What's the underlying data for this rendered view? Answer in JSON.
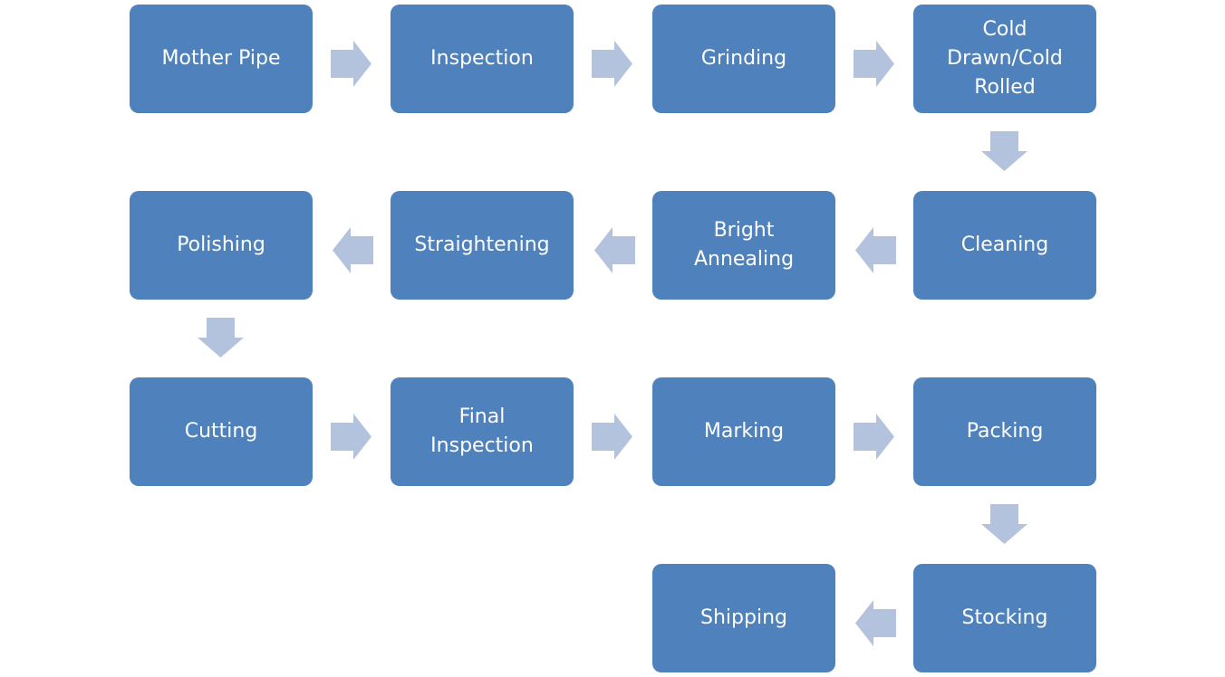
{
  "diagram": {
    "title": "Process Flow",
    "colors": {
      "box": "#4f81bd",
      "arrow": "#b3c2dd",
      "text": "#ffffff"
    },
    "steps": [
      {
        "label": "Mother Pipe"
      },
      {
        "label": "Inspection"
      },
      {
        "label": "Grinding"
      },
      {
        "label": "Cold Drawn/Cold Rolled"
      },
      {
        "label": "Cleaning"
      },
      {
        "label": "Bright Annealing"
      },
      {
        "label": "Straightening"
      },
      {
        "label": "Polishing"
      },
      {
        "label": "Cutting"
      },
      {
        "label": "Final Inspection"
      },
      {
        "label": "Marking"
      },
      {
        "label": "Packing"
      },
      {
        "label": "Stocking"
      },
      {
        "label": "Shipping"
      }
    ],
    "arrows": [
      {
        "from": "Mother Pipe",
        "to": "Inspection",
        "direction": "right"
      },
      {
        "from": "Inspection",
        "to": "Grinding",
        "direction": "right"
      },
      {
        "from": "Grinding",
        "to": "Cold Drawn/Cold Rolled",
        "direction": "right"
      },
      {
        "from": "Cold Drawn/Cold Rolled",
        "to": "Cleaning",
        "direction": "down"
      },
      {
        "from": "Cleaning",
        "to": "Bright Annealing",
        "direction": "left"
      },
      {
        "from": "Bright Annealing",
        "to": "Straightening",
        "direction": "left"
      },
      {
        "from": "Straightening",
        "to": "Polishing",
        "direction": "left"
      },
      {
        "from": "Polishing",
        "to": "Cutting",
        "direction": "down"
      },
      {
        "from": "Cutting",
        "to": "Final Inspection",
        "direction": "right"
      },
      {
        "from": "Final Inspection",
        "to": "Marking",
        "direction": "right"
      },
      {
        "from": "Marking",
        "to": "Packing",
        "direction": "right"
      },
      {
        "from": "Packing",
        "to": "Stocking",
        "direction": "down"
      },
      {
        "from": "Stocking",
        "to": "Shipping",
        "direction": "left"
      }
    ]
  }
}
